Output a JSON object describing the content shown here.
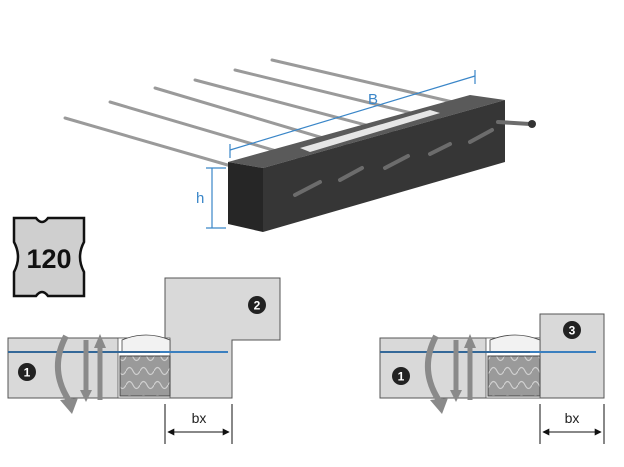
{
  "product_view": {
    "width_label": "B",
    "height_label": "h"
  },
  "fire_badge": {
    "rating": "120"
  },
  "detail_left": {
    "slab_marker": "1",
    "wall_marker": "2",
    "dimension_label": "bx"
  },
  "detail_right": {
    "slab_marker": "1",
    "wall_marker": "3",
    "dimension_label": "bx"
  },
  "colors": {
    "accent_blue": "#3a86c8",
    "block_dark": "#2e2e2e",
    "concrete": "#d9d9d9",
    "insulation": "#9a9a9a",
    "arrow_gray": "#8a8a8a"
  }
}
